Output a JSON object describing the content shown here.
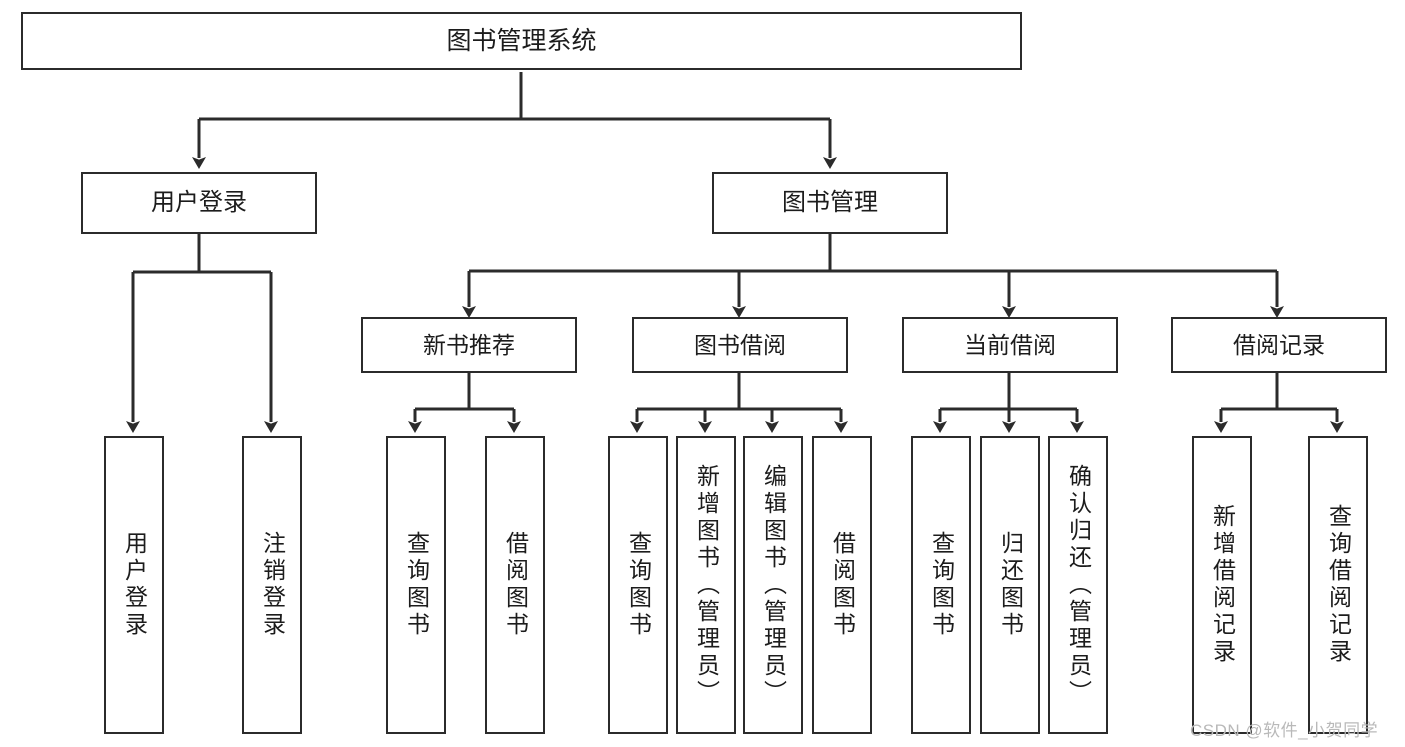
{
  "diagram": {
    "title": "图书管理系统",
    "type": "tree-hierarchy",
    "orientation": "top-down",
    "style": {
      "box_border_color": "#2b2b2b",
      "box_fill_color": "#ffffff",
      "edge_color": "#2b2b2b",
      "text_color": "#1c1c1c",
      "background_color": "#ffffff",
      "watermark_color": "#b9b9b9"
    },
    "root": {
      "id": "root",
      "label": "图书管理系统"
    },
    "level1": [
      {
        "id": "user-login",
        "label": "用户登录"
      },
      {
        "id": "book-management",
        "label": "图书管理"
      }
    ],
    "level2": [
      {
        "id": "new-book-recommend",
        "label": "新书推荐",
        "parent": "book-management"
      },
      {
        "id": "book-borrow",
        "label": "图书借阅",
        "parent": "book-management"
      },
      {
        "id": "current-borrow",
        "label": "当前借阅",
        "parent": "book-management"
      },
      {
        "id": "borrow-record",
        "label": "借阅记录",
        "parent": "book-management"
      }
    ],
    "leaves": [
      {
        "id": "leaf-user-login",
        "label": "用户登录",
        "parent": "user-login"
      },
      {
        "id": "leaf-logout-login",
        "label": "注销登录",
        "parent": "user-login"
      },
      {
        "id": "leaf-query-book-1",
        "label": "查询图书",
        "parent": "new-book-recommend"
      },
      {
        "id": "leaf-borrow-book-1",
        "label": "借阅图书",
        "parent": "new-book-recommend"
      },
      {
        "id": "leaf-query-book-2",
        "label": "查询图书",
        "parent": "book-borrow"
      },
      {
        "id": "leaf-add-book",
        "label": "新增图书（管理员）",
        "parent": "book-borrow"
      },
      {
        "id": "leaf-edit-book",
        "label": "编辑图书（管理员）",
        "parent": "book-borrow"
      },
      {
        "id": "leaf-borrow-book-2",
        "label": "借阅图书",
        "parent": "book-borrow"
      },
      {
        "id": "leaf-query-book-3",
        "label": "查询图书",
        "parent": "current-borrow"
      },
      {
        "id": "leaf-return-book",
        "label": "归还图书",
        "parent": "current-borrow"
      },
      {
        "id": "leaf-confirm-return",
        "label": "确认归还（管理员）",
        "parent": "current-borrow"
      },
      {
        "id": "leaf-add-record",
        "label": "新增借阅记录",
        "parent": "borrow-record"
      },
      {
        "id": "leaf-query-record",
        "label": "查询借阅记录",
        "parent": "borrow-record"
      }
    ]
  },
  "watermark": {
    "text": "CSDN @软件_小贺同学"
  }
}
